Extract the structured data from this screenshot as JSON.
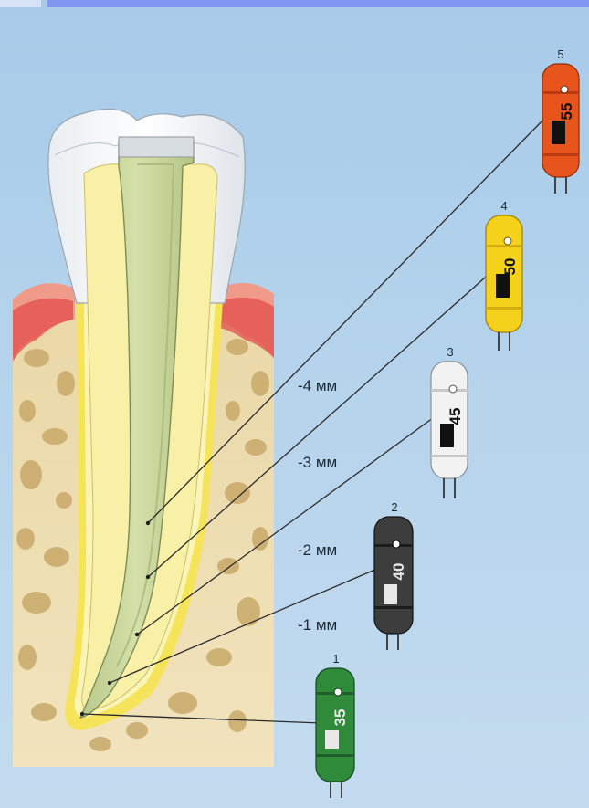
{
  "diagram": {
    "depth_labels": [
      "-4 мм",
      "-3 мм",
      "-2 мм",
      "-1 мм"
    ],
    "files": [
      {
        "number": "1",
        "size": "35",
        "color": "#2f8a3a",
        "dark": "#1f5e28"
      },
      {
        "number": "2",
        "size": "40",
        "color": "#3d3d3d",
        "dark": "#1c1c1c"
      },
      {
        "number": "3",
        "size": "45",
        "color": "#f2f2f2",
        "dark": "#c9c9c9"
      },
      {
        "number": "4",
        "size": "50",
        "color": "#f4d21c",
        "dark": "#d4ad10"
      },
      {
        "number": "5",
        "size": "55",
        "color": "#e8551c",
        "dark": "#b83c10"
      }
    ]
  }
}
